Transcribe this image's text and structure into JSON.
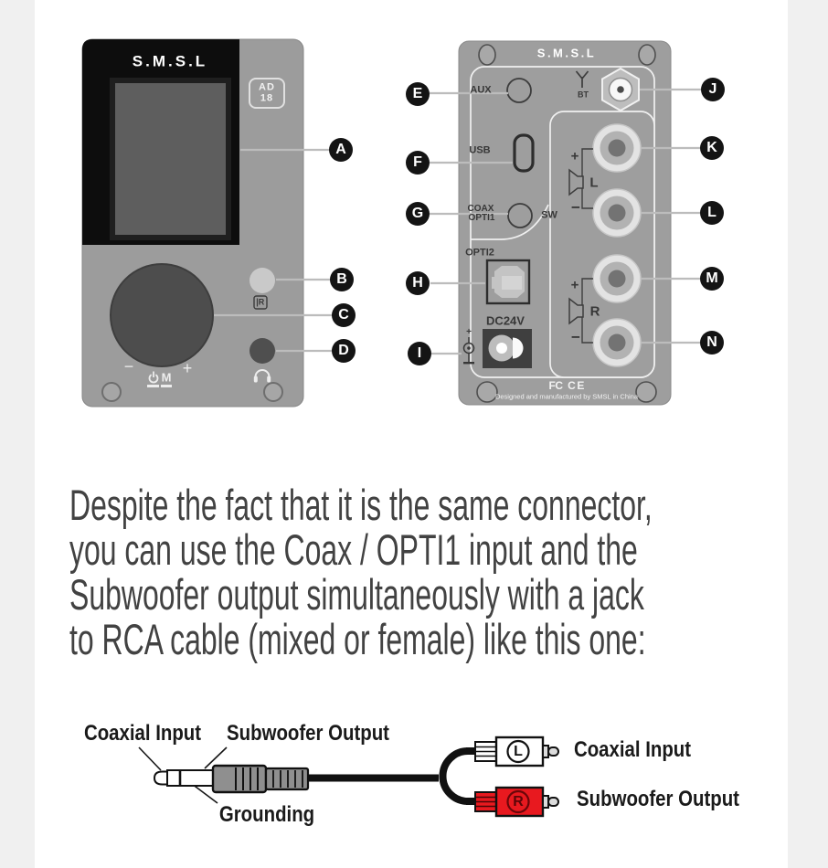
{
  "front_panel": {
    "brand": "S.M.S.L",
    "model_badge": {
      "line1": "AD",
      "line2": "18"
    },
    "volume_minus": "−",
    "volume_plus": "+",
    "mode_label": "M",
    "ir_window_label": "R",
    "callouts": {
      "screen": "A",
      "ir": "B",
      "knob": "C",
      "headphone": "D"
    }
  },
  "back_panel": {
    "brand": "S.M.S.L",
    "aux_label": "AUX",
    "bt_label": "BT",
    "usb_label": "USB",
    "coax_label": "COAX",
    "opti1_label": "OPTI1",
    "sw_label": "SW",
    "opti2_label": "OPTI2",
    "dc_label": "DC24V",
    "dc_polarity_plus": "+",
    "speaker_left": {
      "plus": "+",
      "minus": "−",
      "channel": "L"
    },
    "speaker_right": {
      "plus": "+",
      "minus": "−",
      "channel": "R"
    },
    "fcc_mark": "FC",
    "ce_mark": "CE",
    "footer_note": "Designed and manufactured by SMSL in China",
    "callouts": {
      "aux": "E",
      "usb": "F",
      "coax": "G",
      "opti2": "H",
      "dc": "I",
      "bt": "J",
      "left_plus": "K",
      "left_minus": "L",
      "right_plus": "M",
      "right_minus": "N"
    }
  },
  "paragraph": {
    "lines": [
      "Despite the fact that it is the same connector,",
      "you can use the Coax / OPTI1 input and the",
      "Subwoofer output simultaneously with a jack",
      "to RCA cable (mixed or female) like this one:"
    ]
  },
  "cable_diagram": {
    "jack": {
      "tip_label": "Coaxial Input",
      "ring_label": "Subwoofer Output",
      "sleeve_label": "Grounding"
    },
    "rca_white": {
      "channel": "L",
      "label": "Coaxial Input"
    },
    "rca_red": {
      "channel": "R",
      "label": "Subwoofer Output"
    }
  },
  "colors": {
    "rca_red": "#e8191f",
    "panel_gray": "#9d9d9d",
    "callout_black": "#141414"
  }
}
